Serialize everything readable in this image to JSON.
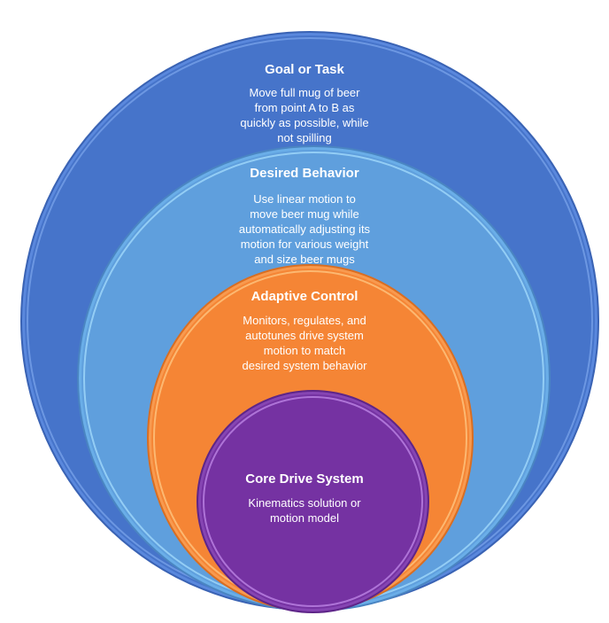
{
  "diagram": {
    "type": "nested-circles",
    "colors": {
      "goal": "#4674ca",
      "desired": "#5f9fdd",
      "adaptive": "#f58535",
      "core": "#7532a2",
      "text": "#ffffff"
    },
    "layers": [
      {
        "title": "Goal or Task",
        "lines": [
          "Move full mug of beer",
          "from point A to B as",
          "quickly as possible, while",
          "not spilling"
        ]
      },
      {
        "title": "Desired Behavior",
        "lines": [
          "Use linear motion to",
          "move beer mug while",
          "automatically adjusting its",
          "motion for various weight",
          "and size beer mugs"
        ]
      },
      {
        "title": "Adaptive Control",
        "lines": [
          "Monitors, regulates, and",
          "autotunes drive system",
          "motion to match",
          "desired system behavior"
        ]
      },
      {
        "title": "Core Drive System",
        "lines": [
          "Kinematics solution or",
          "motion model"
        ]
      }
    ]
  }
}
